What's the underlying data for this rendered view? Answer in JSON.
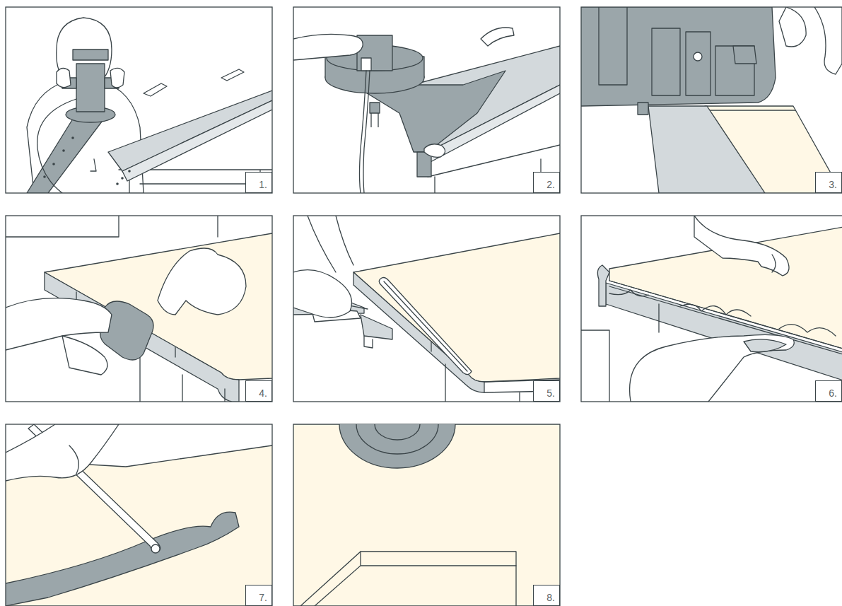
{
  "diagram": {
    "nodes": [
      {
        "text": [
          "1."
        ]
      },
      {
        "text": [
          "2."
        ]
      },
      {
        "text": [
          "3."
        ]
      },
      {
        "text": [
          "4."
        ]
      },
      {
        "text": [
          "5."
        ]
      },
      {
        "text": [
          "6."
        ]
      },
      {
        "text": [
          "7."
        ]
      },
      {
        "text": [
          "8."
        ]
      }
    ]
  }
}
